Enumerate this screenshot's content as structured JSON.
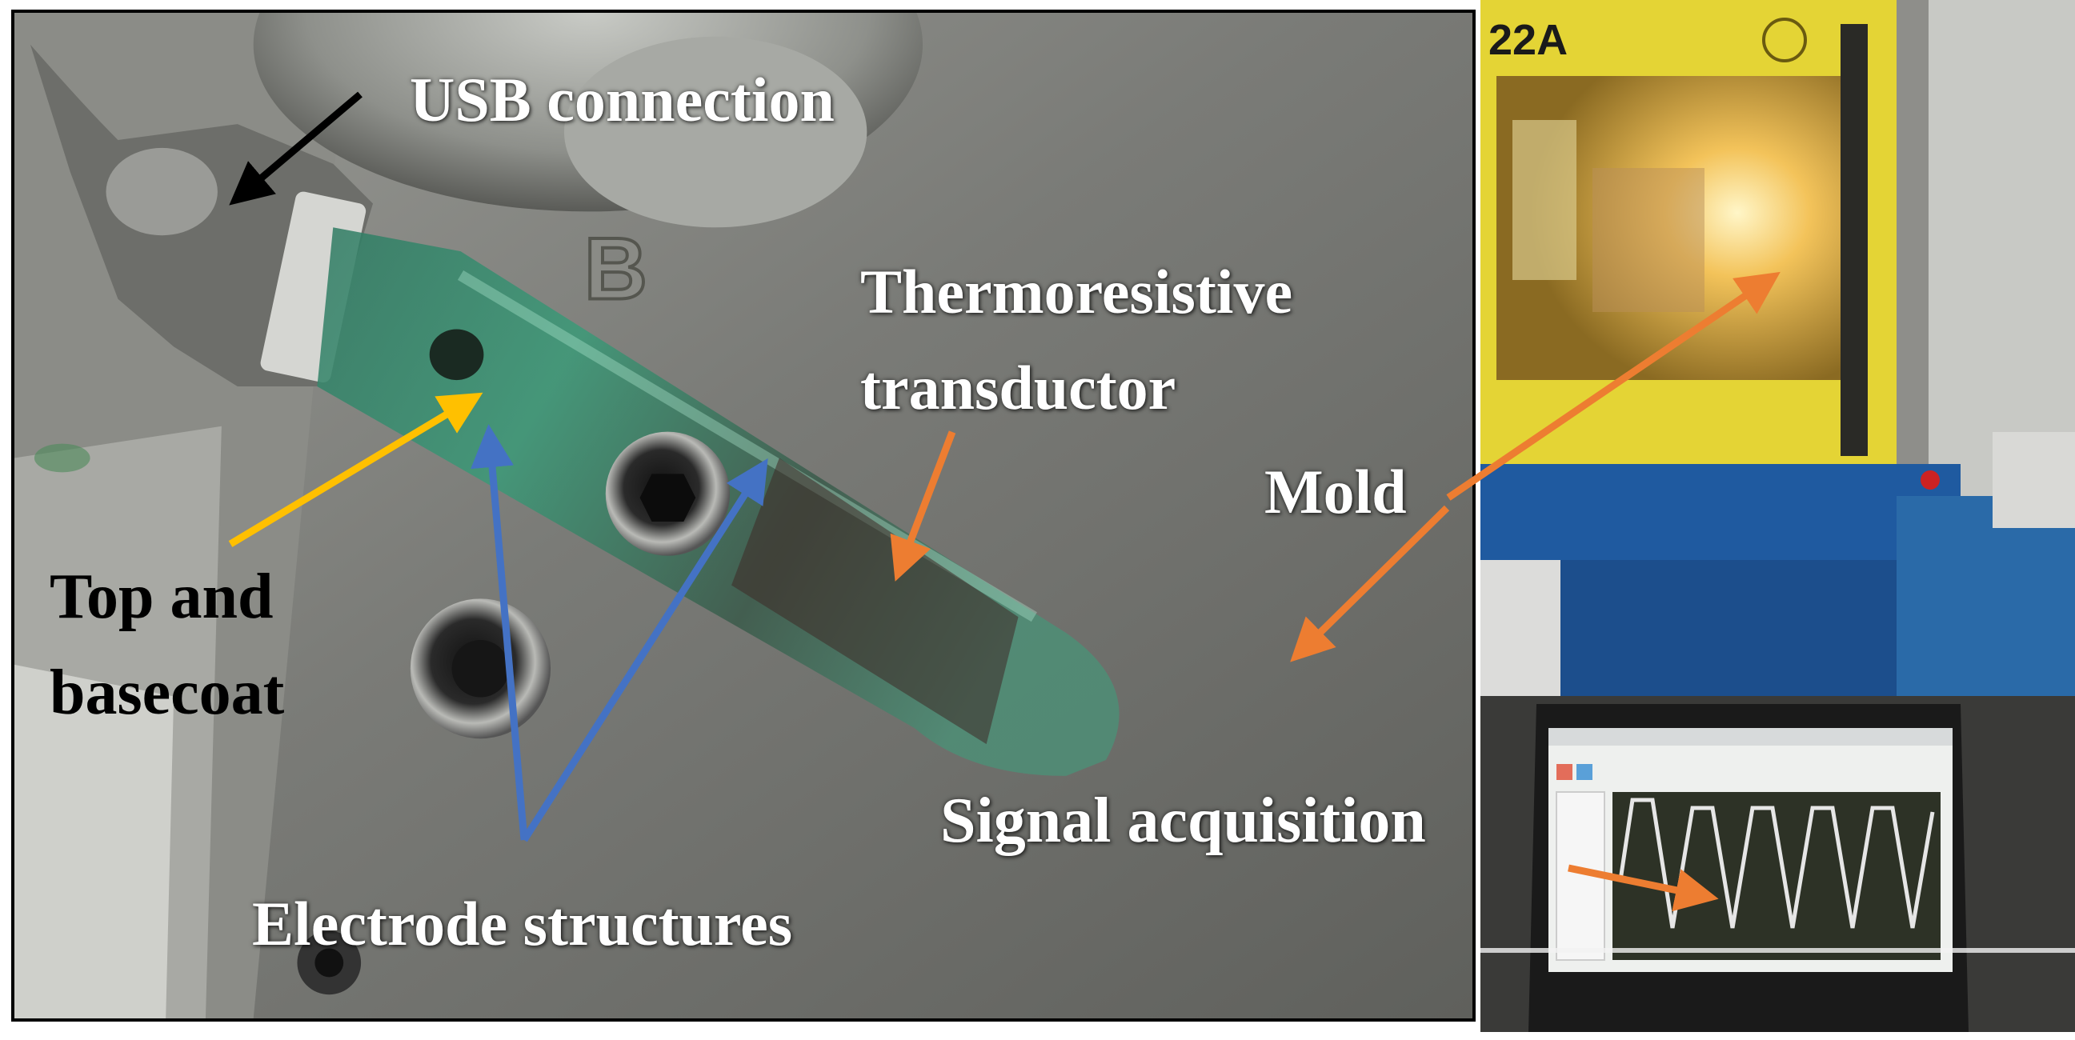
{
  "labels": {
    "usb": "USB connection",
    "thermo_line1": "Thermoresistive",
    "thermo_line2": "transductor",
    "mold": "Mold",
    "topbase_line1": "Top and",
    "topbase_line2": "basecoat",
    "electrode": "Electrode structures",
    "signal": "Signal acquisition",
    "machine_model": "22A",
    "mold_letter": "B"
  },
  "colors": {
    "black_arrow": "#000000",
    "orange_arrow": "#ed7d31",
    "yellow_arrow": "#ffc000",
    "blue_arrow": "#4472c4",
    "photo_border": "#000000"
  }
}
